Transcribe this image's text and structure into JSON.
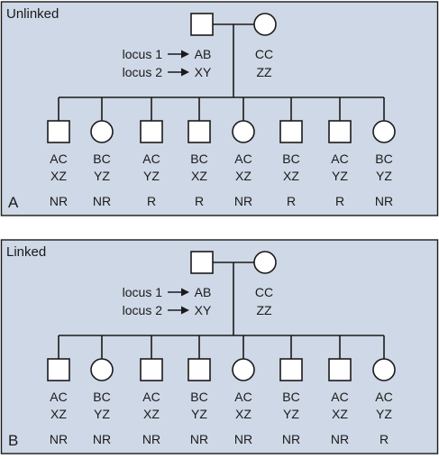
{
  "colors": {
    "panel_fill": "#cfd8e6",
    "panel_stroke": "#1a1a1a",
    "symbol_fill": "#ffffff",
    "line": "#1a1a1a",
    "text": "#1a1a1a"
  },
  "panels": [
    {
      "title": "Unlinked",
      "letter": "A",
      "parent_labels": [
        "locus 1",
        "locus 2"
      ],
      "father_genotype": [
        "AB",
        "XY"
      ],
      "mother_genotype": [
        "CC",
        "ZZ"
      ],
      "children": [
        {
          "sex": "male",
          "g1": "AC",
          "g2": "XZ",
          "status": "NR"
        },
        {
          "sex": "female",
          "g1": "BC",
          "g2": "YZ",
          "status": "NR"
        },
        {
          "sex": "male",
          "g1": "AC",
          "g2": "YZ",
          "status": "R"
        },
        {
          "sex": "male",
          "g1": "BC",
          "g2": "XZ",
          "status": "R"
        },
        {
          "sex": "female",
          "g1": "AC",
          "g2": "XZ",
          "status": "NR"
        },
        {
          "sex": "male",
          "g1": "BC",
          "g2": "XZ",
          "status": "R"
        },
        {
          "sex": "male",
          "g1": "AC",
          "g2": "YZ",
          "status": "R"
        },
        {
          "sex": "female",
          "g1": "BC",
          "g2": "YZ",
          "status": "NR"
        }
      ]
    },
    {
      "title": "Linked",
      "letter": "B",
      "parent_labels": [
        "locus 1",
        "locus 2"
      ],
      "father_genotype": [
        "AB",
        "XY"
      ],
      "mother_genotype": [
        "CC",
        "ZZ"
      ],
      "children": [
        {
          "sex": "male",
          "g1": "AC",
          "g2": "XZ",
          "status": "NR"
        },
        {
          "sex": "female",
          "g1": "BC",
          "g2": "YZ",
          "status": "NR"
        },
        {
          "sex": "male",
          "g1": "AC",
          "g2": "XZ",
          "status": "NR"
        },
        {
          "sex": "male",
          "g1": "BC",
          "g2": "YZ",
          "status": "NR"
        },
        {
          "sex": "female",
          "g1": "AC",
          "g2": "XZ",
          "status": "NR"
        },
        {
          "sex": "male",
          "g1": "BC",
          "g2": "YZ",
          "status": "NR"
        },
        {
          "sex": "male",
          "g1": "AC",
          "g2": "XZ",
          "status": "NR"
        },
        {
          "sex": "female",
          "g1": "AC",
          "g2": "YZ",
          "status": "R"
        }
      ]
    }
  ]
}
